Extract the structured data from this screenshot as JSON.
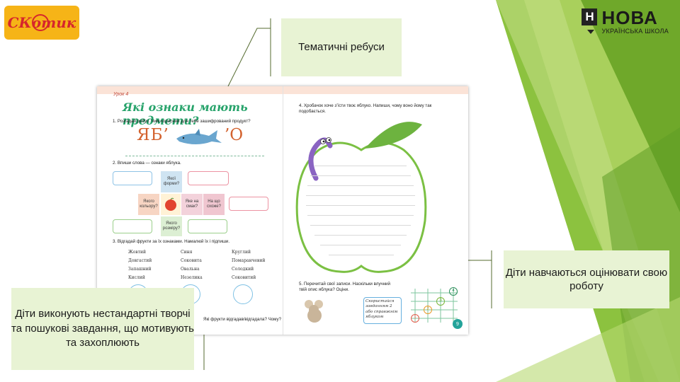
{
  "logos": {
    "left_word": "СКотик",
    "right_big": "НОВА",
    "right_small": "УКРАЇНСЬКА ШКОЛА",
    "right_icon": "Н"
  },
  "callouts": {
    "top": "Тематичні ребуси",
    "right": "Діти навчаються оцінювати свою роботу",
    "left": "Діти виконують нестандартні творчі та пошукові завдання, що мотивують та захоплюють"
  },
  "workbook": {
    "lesson": "Урок 4",
    "title": "Які ознаки мають предмети?",
    "task1": "1.  Розгадай ребус. Чим корисний для тебе зашифрований продукт?",
    "rebus_left": "ЯБ’",
    "rebus_right": "’О",
    "task2": "2.  Впиши слова — ознаки яблука.",
    "q_form": "Якої форми?",
    "q_color": "Якого кольору?",
    "q_taste": "Яке на смак?",
    "q_like": "На що схоже?",
    "q_size": "Якого розміру?",
    "task3": "3.  Відгадай фрукти за їх ознаками. Намалюй їх і підпиши.",
    "words_col1": [
      "Жовтий",
      "Довгастий",
      "Запашний",
      "Кислий"
    ],
    "words_col2": [
      "Синя",
      "Соковита",
      "Овальна",
      "Незелика"
    ],
    "words_col3": [
      "Круглий",
      "Помаранчевий",
      "Солодкий",
      "Соковитий"
    ],
    "task3_q": "Які фрукти відгадав/відгадала? Чому?",
    "task4": "4.  Хробачок хоче з’їсти твоє яблуко. Напиши, чому воно йому так подобається.",
    "task5": "5.  Перечитай свої записи. Наскільки влучний твій опис яблука? Оціни.",
    "note": "Скористайся завданням 2 або справжнім яблуком",
    "scale": [
      "1",
      "2",
      "3",
      "4"
    ],
    "page_number": "9"
  }
}
